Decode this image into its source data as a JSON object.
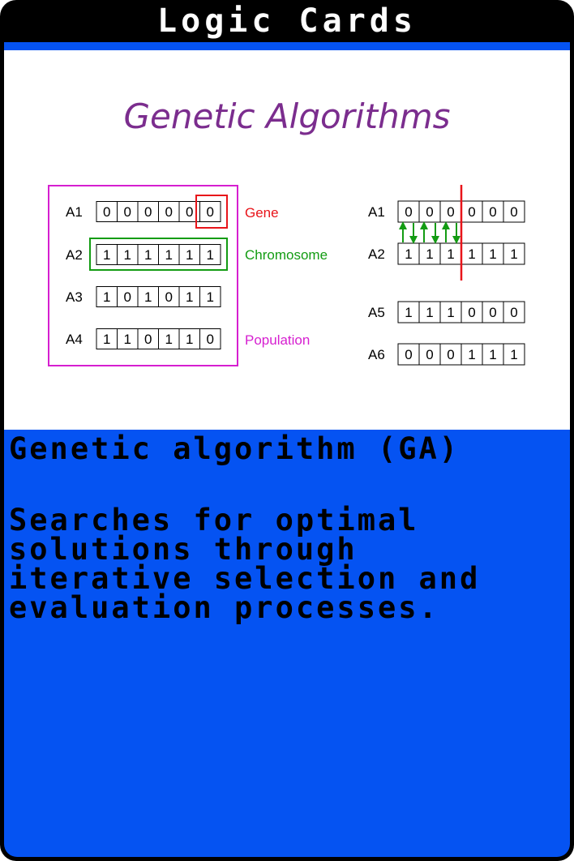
{
  "header": {
    "title": "Logic Cards"
  },
  "diagram": {
    "title": "Genetic Algorithms",
    "left": {
      "rows": [
        {
          "label": "A1",
          "genes": [
            "0",
            "0",
            "0",
            "0",
            "0",
            "0"
          ]
        },
        {
          "label": "A2",
          "genes": [
            "1",
            "1",
            "1",
            "1",
            "1",
            "1"
          ]
        },
        {
          "label": "A3",
          "genes": [
            "1",
            "0",
            "1",
            "0",
            "1",
            "1"
          ]
        },
        {
          "label": "A4",
          "genes": [
            "1",
            "1",
            "0",
            "1",
            "1",
            "0"
          ]
        }
      ],
      "annotations": {
        "gene": "Gene",
        "chromosome": "Chromosome",
        "population": "Population"
      }
    },
    "right": {
      "parents": [
        {
          "label": "A1",
          "genes": [
            "0",
            "0",
            "0",
            "0",
            "0",
            "0"
          ]
        },
        {
          "label": "A2",
          "genes": [
            "1",
            "1",
            "1",
            "1",
            "1",
            "1"
          ]
        }
      ],
      "offspring": [
        {
          "label": "A5",
          "genes": [
            "1",
            "1",
            "1",
            "0",
            "0",
            "0"
          ]
        },
        {
          "label": "A6",
          "genes": [
            "0",
            "0",
            "0",
            "1",
            "1",
            "1"
          ]
        }
      ]
    },
    "colors": {
      "title": "#7b2d8e",
      "gene": "#e8141a",
      "chromosome": "#139c13",
      "population": "#d61fd0",
      "arrows": "#139c13",
      "crossover_line": "#e8141a"
    }
  },
  "card": {
    "term": "Genetic algorithm (GA)",
    "definition": "Searches for optimal solutions through iterative selection and evaluation processes."
  },
  "theme": {
    "frame": "#000000",
    "panel_blue": "#0553f2",
    "text": "#000000",
    "header_text": "#ffffff"
  }
}
